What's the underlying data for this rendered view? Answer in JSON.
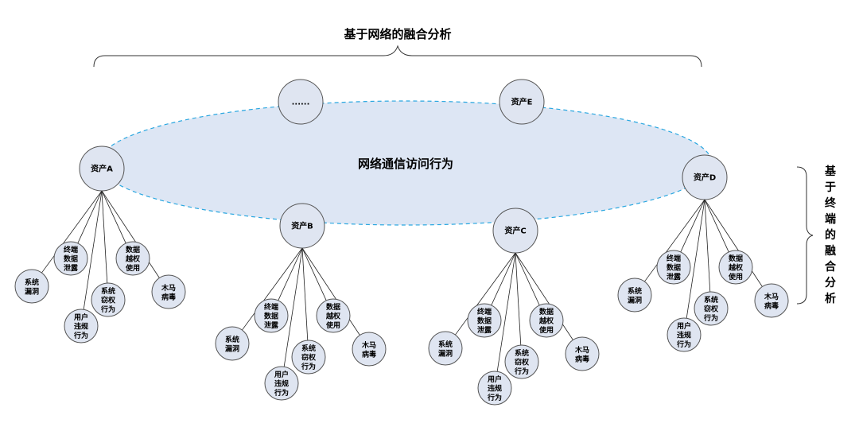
{
  "top_title": "基于网络的融合分析",
  "right_title": "基于终端的融合分析",
  "center_label": "网络通信访问行为",
  "colors": {
    "node_fill": "#dfe5f1",
    "node_stroke": "#555555",
    "ellipse_fill": "#dde6f4",
    "ellipse_stroke": "#2aa7e0",
    "line": "#222222"
  },
  "assets": [
    {
      "id": "A",
      "label": "资产A"
    },
    {
      "id": "B",
      "label": "资产B"
    },
    {
      "id": "C",
      "label": "资产C"
    },
    {
      "id": "D",
      "label": "资产D"
    },
    {
      "id": "E",
      "label": "资产E"
    },
    {
      "id": "etc",
      "label": "......"
    }
  ],
  "leaf_types": [
    {
      "key": "vuln",
      "lines": [
        "系统",
        "漏洞"
      ]
    },
    {
      "key": "leak",
      "lines": [
        "终端",
        "数据",
        "泄露"
      ]
    },
    {
      "key": "violation",
      "lines": [
        "用户",
        "违规",
        "行为"
      ]
    },
    {
      "key": "theft",
      "lines": [
        "系统",
        "窃权",
        "行为"
      ]
    },
    {
      "key": "abuse",
      "lines": [
        "数据",
        "越权",
        "使用"
      ]
    },
    {
      "key": "trojan",
      "lines": [
        "木马",
        "病毒"
      ]
    }
  ]
}
